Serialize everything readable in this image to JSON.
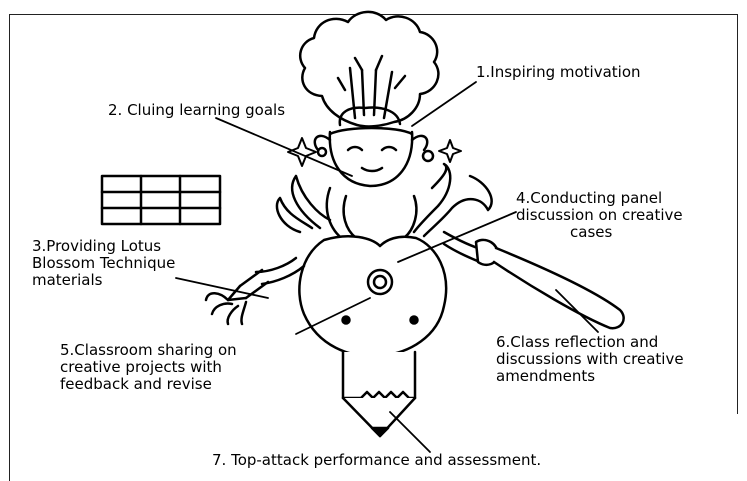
{
  "labels": {
    "step1": [
      "1.Inspiring motivation"
    ],
    "step2": [
      "2. Cluing learning goals"
    ],
    "step3": [
      "3.Providing Lotus",
      "Blossom Technique",
      "materials"
    ],
    "step4": [
      "4.Conducting panel",
      "discussion on creative",
      "cases"
    ],
    "step5": [
      "5.Classroom sharing on",
      "creative projects with",
      "feedback and revise"
    ],
    "step6": [
      "6.Class reflection and",
      "discussions with creative",
      "amendments"
    ],
    "step7": [
      "7. Top-attack performance and assessment."
    ]
  },
  "colors": {
    "ink": "#000000",
    "paper": "#ffffff"
  },
  "icons": [
    "chef-hat-icon",
    "character-face-icon",
    "sparkle-icon",
    "grid-table-icon",
    "fork-icon",
    "knife-icon",
    "pencil-tip-icon",
    "target-circle-icon"
  ]
}
